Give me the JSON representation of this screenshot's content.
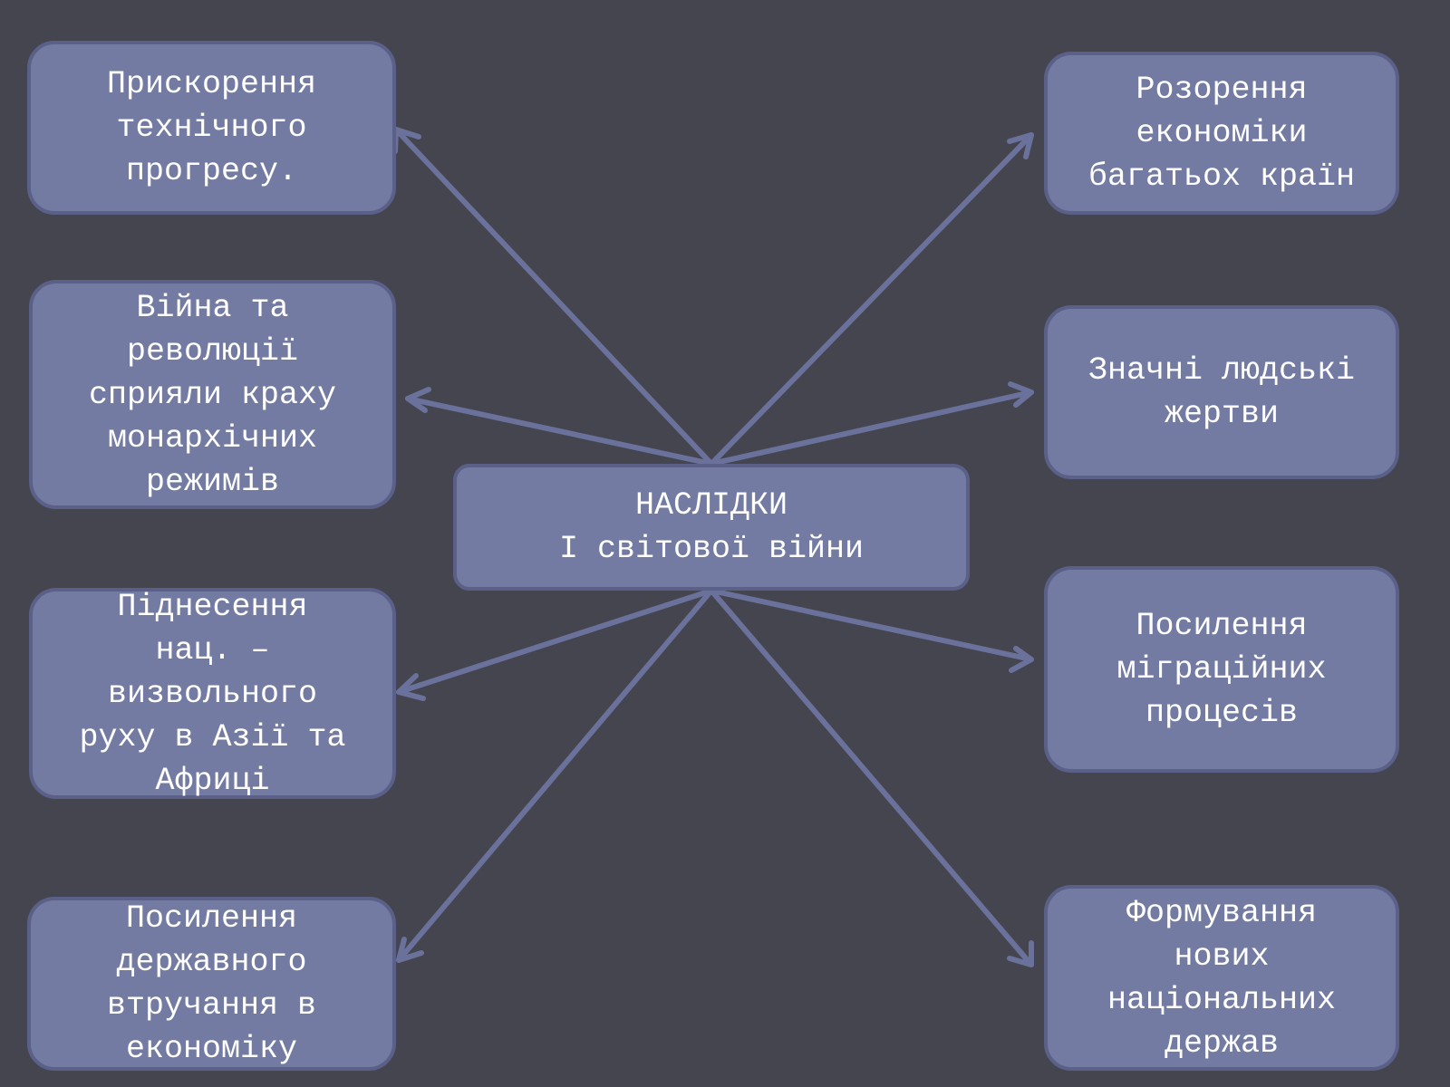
{
  "colors": {
    "background": "#45454f",
    "box_fill": "#737ba2",
    "box_border": "#5a6088",
    "arrow": "#6a719b",
    "text": "#ffffff"
  },
  "center": {
    "label": "НАСЛІДКИ\nІ світової війни"
  },
  "left": [
    {
      "label": "Прискорення\nтехнічного\nпрогресу."
    },
    {
      "label": "Війна та\nреволюції\nсприяли краху\nмонархічних\nрежимів"
    },
    {
      "label": "Піднесення\nнац. –\nвизвольного\nруху в Азії та\nАфриці"
    },
    {
      "label": "Посилення\nдержавного\nвтручання в\nекономіку"
    }
  ],
  "right": [
    {
      "label": "Розорення\nекономіки\nбагатьох країн"
    },
    {
      "label": "Значні людські\nжертви"
    },
    {
      "label": "Посилення\nміграційних\nпроцесів"
    },
    {
      "label": "Формування\nнових\nнаціональних\nдержав"
    }
  ]
}
